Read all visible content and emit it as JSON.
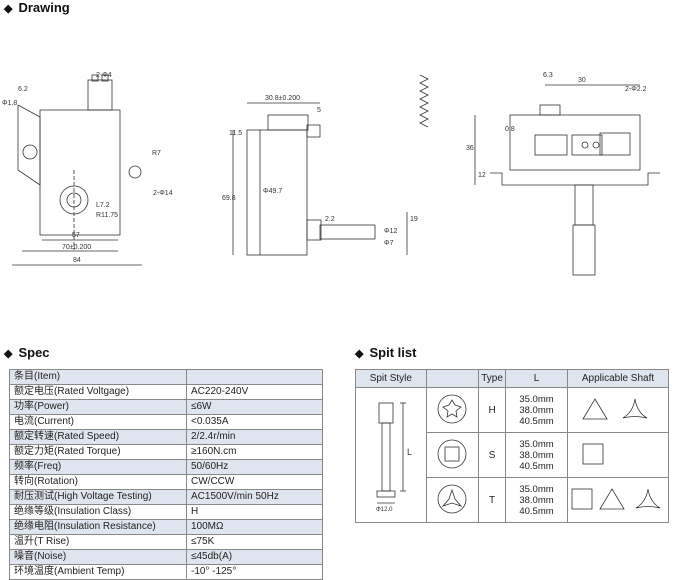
{
  "headings": {
    "drawing": "Drawing",
    "spec": "Spec",
    "spit": "Spit list",
    "bullet": "◆"
  },
  "drawing_labels": {
    "front": [
      "2-Φ4",
      "Φ1.8",
      "6.2",
      "R7",
      "2-Φ14",
      "57",
      "70±0.200",
      "84",
      "R11.75",
      "L7.2"
    ],
    "side": [
      "30.8±0.200",
      "5",
      "11.5",
      "Φ49.7",
      "69.8",
      "2.2",
      "19",
      "Φ12",
      "Φ7"
    ],
    "right": [
      "6.3",
      "30",
      "2-Φ2.2",
      "0.8",
      "36",
      "12"
    ]
  },
  "spec": [
    [
      "条目(Item)",
      ""
    ],
    [
      "额定电压(Rated Voltgage)",
      "AC220-240V"
    ],
    [
      "功率(Power)",
      "≤6W"
    ],
    [
      "电流(Current)",
      "<0.035A"
    ],
    [
      "额定转速(Rated Speed)",
      "2/2.4r/min"
    ],
    [
      "额定力矩(Rated Torque)",
      "≥160N.cm"
    ],
    [
      "频率(Freq)",
      "50/60Hz"
    ],
    [
      "转向(Rotation)",
      "CW/CCW"
    ],
    [
      "耐压测试(High Voltage Testing)",
      "AC1500V/min 50Hz"
    ],
    [
      "绝缘等级(Insulation Class)",
      "H"
    ],
    [
      "绝缘电阻(Insulation Resistance)",
      "100MΩ"
    ],
    [
      "温升(T Rise)",
      "≤75K"
    ],
    [
      "噪音(Noise)",
      "≤45db(A)"
    ],
    [
      "环境温度(Ambient Temp)",
      "-10° -125°"
    ]
  ],
  "spit": {
    "headers": [
      "Spit Style",
      "Type",
      "L",
      "Applicable Shaft"
    ],
    "style_labels": {
      "length": "L",
      "dia": "Φ12.0"
    },
    "rows": [
      {
        "type": "H",
        "lengths": [
          "35.0mm",
          "38.0mm",
          "40.5mm"
        ]
      },
      {
        "type": "S",
        "lengths": [
          "35.0mm",
          "38.0mm",
          "40.5mm"
        ]
      },
      {
        "type": "T",
        "lengths": [
          "35.0mm",
          "38.0mm",
          "40.5mm"
        ]
      }
    ]
  }
}
